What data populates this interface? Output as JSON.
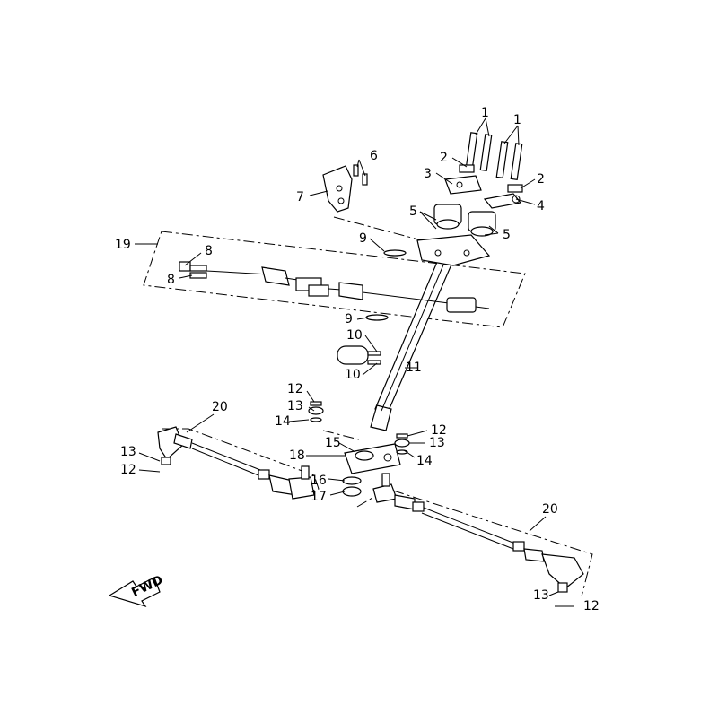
{
  "figure": {
    "fwd_label": "FWD",
    "callouts": [
      {
        "id": "c1a",
        "text": "1"
      },
      {
        "id": "c1b",
        "text": "1"
      },
      {
        "id": "c2a",
        "text": "2"
      },
      {
        "id": "c2b",
        "text": "2"
      },
      {
        "id": "c3",
        "text": "3"
      },
      {
        "id": "c4",
        "text": "4"
      },
      {
        "id": "c5a",
        "text": "5"
      },
      {
        "id": "c5b",
        "text": "5"
      },
      {
        "id": "c6",
        "text": "6"
      },
      {
        "id": "c7",
        "text": "7"
      },
      {
        "id": "c8a",
        "text": "8"
      },
      {
        "id": "c8b",
        "text": "8"
      },
      {
        "id": "c9a",
        "text": "9"
      },
      {
        "id": "c9b",
        "text": "9"
      },
      {
        "id": "c10a",
        "text": "10"
      },
      {
        "id": "c10b",
        "text": "10"
      },
      {
        "id": "c11",
        "text": "11"
      },
      {
        "id": "c12a",
        "text": "12"
      },
      {
        "id": "c12b",
        "text": "12"
      },
      {
        "id": "c12c",
        "text": "12"
      },
      {
        "id": "c12d",
        "text": "12"
      },
      {
        "id": "c13a",
        "text": "13"
      },
      {
        "id": "c13b",
        "text": "13"
      },
      {
        "id": "c13c",
        "text": "13"
      },
      {
        "id": "c13d",
        "text": "13"
      },
      {
        "id": "c14a",
        "text": "14"
      },
      {
        "id": "c14b",
        "text": "14"
      },
      {
        "id": "c15",
        "text": "15"
      },
      {
        "id": "c16",
        "text": "16"
      },
      {
        "id": "c17",
        "text": "17"
      },
      {
        "id": "c18",
        "text": "18"
      },
      {
        "id": "c19",
        "text": "19"
      },
      {
        "id": "c20a",
        "text": "20"
      },
      {
        "id": "c20b",
        "text": "20"
      }
    ]
  }
}
